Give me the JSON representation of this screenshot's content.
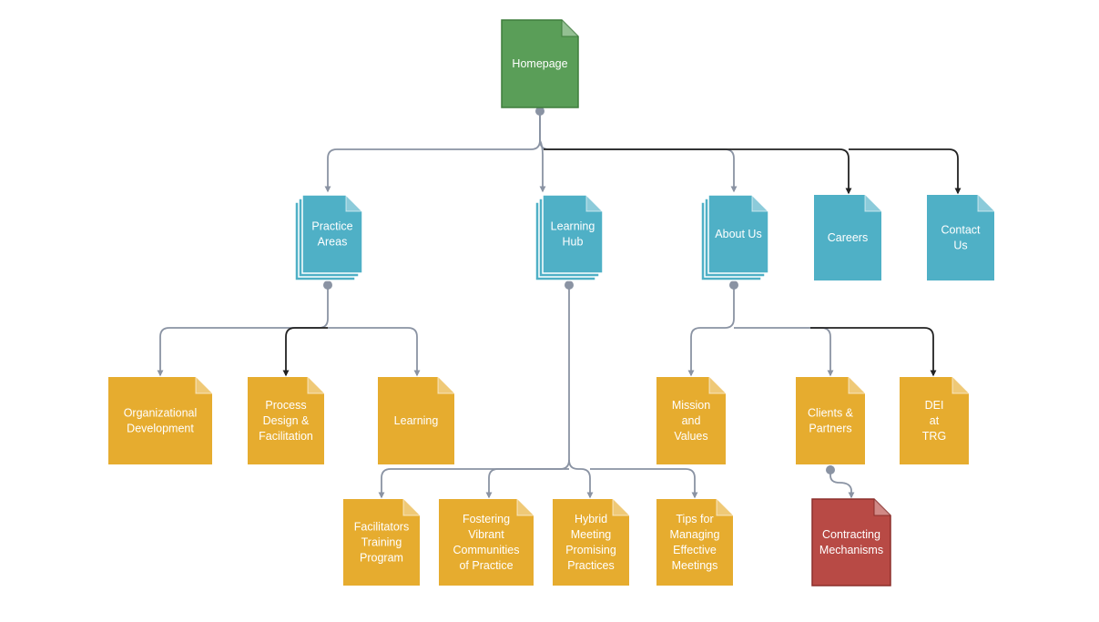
{
  "colors": {
    "green": "#5a9e58",
    "green_border": "#3e7d3c",
    "blue": "#4fb0c6",
    "yellow": "#e6ac2f",
    "red": "#b84a45",
    "red_border": "#8c2f2b",
    "gray_line": "#8a93a3",
    "dark_line": "#222222"
  },
  "nodes": {
    "homepage": {
      "label": "Homepage",
      "type": "page-green"
    },
    "practice_areas": {
      "label": "Practice Areas",
      "lines": [
        "Practice",
        "Areas"
      ],
      "type": "stack-blue"
    },
    "learning_hub": {
      "label": "Learning Hub",
      "lines": [
        "Learning",
        "Hub"
      ],
      "type": "stack-blue"
    },
    "about_us": {
      "label": "About Us",
      "type": "stack-blue"
    },
    "careers": {
      "label": "Careers",
      "type": "page-blue"
    },
    "contact_us": {
      "label": "Contact Us",
      "lines": [
        "Contact",
        "Us"
      ],
      "type": "page-blue"
    },
    "org_development": {
      "label": "Organizational Development",
      "lines": [
        "Organizational",
        "Development"
      ],
      "type": "page-yellow"
    },
    "process_design": {
      "label": "Process Design & Facilitation",
      "lines": [
        "Process",
        "Design &",
        "Facilitation"
      ],
      "type": "page-yellow"
    },
    "learning": {
      "label": "Learning",
      "type": "page-yellow"
    },
    "mission_values": {
      "label": "Mission and Values",
      "lines": [
        "Mission",
        "and",
        "Values"
      ],
      "type": "page-yellow"
    },
    "clients_partners": {
      "label": "Clients & Partners",
      "lines": [
        "Clients &",
        "Partners"
      ],
      "type": "page-yellow"
    },
    "dei_trg": {
      "label": "DEI at TRG",
      "lines": [
        "DEI",
        "at",
        "TRG"
      ],
      "type": "page-yellow"
    },
    "facilitators_training": {
      "label": "Facilitators Training Program",
      "lines": [
        "Facilitators",
        "Training",
        "Program"
      ],
      "type": "page-yellow"
    },
    "fostering_communities": {
      "label": "Fostering Vibrant Communities of Practice",
      "lines": [
        "Fostering",
        "Vibrant",
        "Communities",
        "of Practice"
      ],
      "type": "page-yellow"
    },
    "hybrid_meeting": {
      "label": "Hybrid Meeting Promising Practices",
      "lines": [
        "Hybrid",
        "Meeting",
        "Promising",
        "Practices"
      ],
      "type": "page-yellow"
    },
    "tips_meetings": {
      "label": "Tips for Managing Effective Meetings",
      "lines": [
        "Tips for",
        "Managing",
        "Effective",
        "Meetings"
      ],
      "type": "page-yellow"
    },
    "contracting_mechanisms": {
      "label": "Contracting Mechanisms",
      "lines": [
        "Contracting",
        "Mechanisms"
      ],
      "type": "page-red"
    }
  },
  "edges": [
    {
      "from": "homepage",
      "to": "practice_areas",
      "style": "gray"
    },
    {
      "from": "homepage",
      "to": "learning_hub",
      "style": "gray"
    },
    {
      "from": "homepage",
      "to": "about_us",
      "style": "gray"
    },
    {
      "from": "homepage",
      "to": "careers",
      "style": "dark"
    },
    {
      "from": "homepage",
      "to": "contact_us",
      "style": "dark"
    },
    {
      "from": "practice_areas",
      "to": "org_development",
      "style": "gray"
    },
    {
      "from": "practice_areas",
      "to": "process_design",
      "style": "dark"
    },
    {
      "from": "practice_areas",
      "to": "learning",
      "style": "gray"
    },
    {
      "from": "learning_hub",
      "to": "facilitators_training",
      "style": "gray"
    },
    {
      "from": "learning_hub",
      "to": "fostering_communities",
      "style": "gray"
    },
    {
      "from": "learning_hub",
      "to": "hybrid_meeting",
      "style": "gray"
    },
    {
      "from": "learning_hub",
      "to": "tips_meetings",
      "style": "gray"
    },
    {
      "from": "about_us",
      "to": "mission_values",
      "style": "gray"
    },
    {
      "from": "about_us",
      "to": "clients_partners",
      "style": "gray"
    },
    {
      "from": "about_us",
      "to": "dei_trg",
      "style": "dark"
    },
    {
      "from": "clients_partners",
      "to": "contracting_mechanisms",
      "style": "gray"
    }
  ]
}
